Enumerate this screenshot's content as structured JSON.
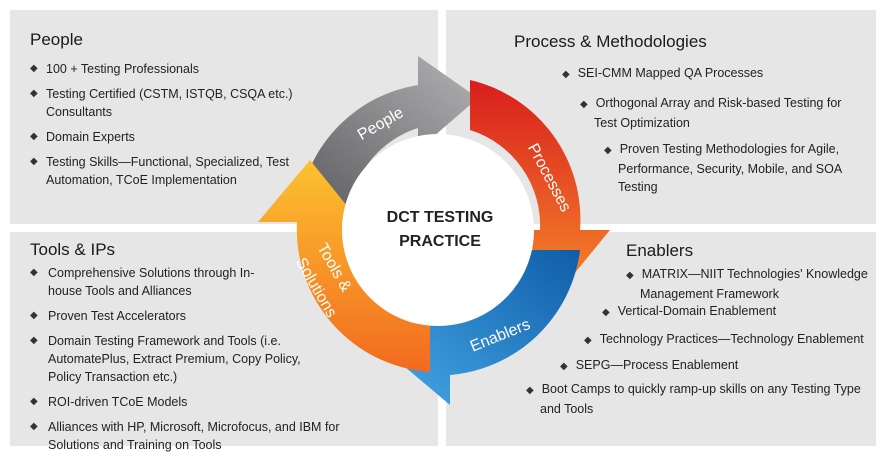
{
  "people": {
    "title": "People",
    "items": [
      "100 + Testing Professionals",
      "Testing Certified (CSTM, ISTQB, CSQA etc.) Consultants",
      "Domain Experts",
      "Testing Skills—Functional, Specialized, Test Automation, TCoE Implementation"
    ]
  },
  "process": {
    "title": "Process & Methodologies",
    "items": [
      "SEI-CMM Mapped QA Processes",
      "Orthogonal Array and Risk-based Testing for Test Optimization",
      "Proven Testing Methodologies for Agile, Performance, Security, Mobile, and SOA Testing"
    ]
  },
  "tools": {
    "title": "Tools & IPs",
    "items": [
      "Comprehensive Solutions through In-house Tools and Alliances",
      "Proven Test Accelerators",
      "Domain Testing Framework and Tools (i.e. AutomatePlus, Extract Premium, Copy Policy, Policy Transaction etc.)",
      "ROI-driven TCoE Models",
      "Alliances with HP, Microsoft, Microfocus, and IBM for Solutions and Training on Tools"
    ]
  },
  "enablers": {
    "title": "Enablers",
    "items": [
      "MATRIX—NIIT Technologies' Knowledge Management Framework",
      "Vertical-Domain Enablement",
      "Technology Practices—Technology Enablement",
      "SEPG—Process Enablement",
      "Boot Camps to quickly ramp-up skills on any Testing Type and Tools"
    ]
  },
  "cycle": {
    "center_line1": "DCT TESTING",
    "center_line2": "PRACTICE",
    "people_label": "People",
    "processes_label": "Processes",
    "enablers_label": "Enablers",
    "tools_label_line1": "Tools &",
    "tools_label_line2": "Solutions",
    "colors": {
      "people": "#7a7a7c",
      "processes": "#e8361c",
      "enablers": "#1f7fcc",
      "tools": "#f68a1f"
    }
  }
}
